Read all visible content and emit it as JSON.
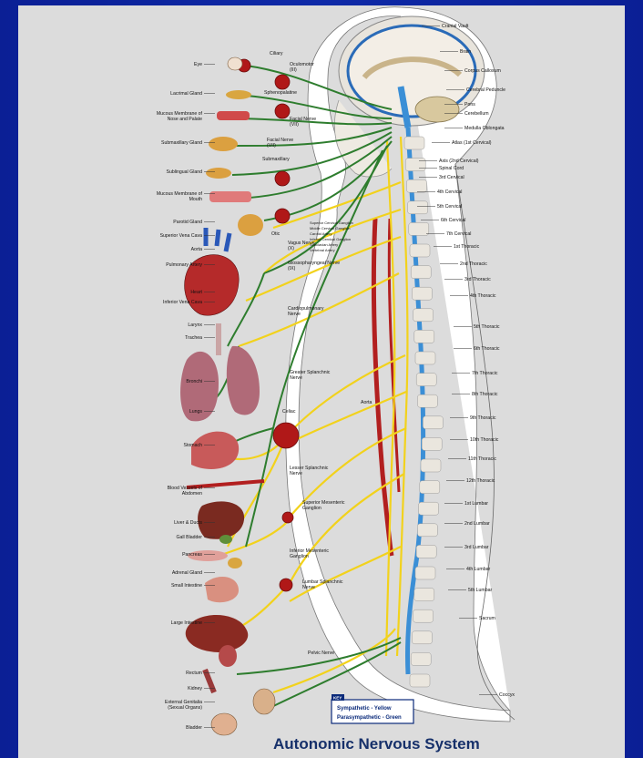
{
  "title": "Autonomic Nervous System",
  "key": {
    "heading": "KEY",
    "sympathetic": "Sympathetic - Yellow",
    "parasympathetic": "Parasympathetic - Green"
  },
  "colors": {
    "sympathetic": "#f2d21c",
    "parasympathetic": "#2e7d2e",
    "spinal_cord": "#3b8fd6",
    "aorta": "#b21f1f",
    "ganglion": "#b01818",
    "background": "#0b1f95",
    "panel": "#dcdcdc"
  },
  "left_labels": [
    "Eye",
    "Lacrimal Gland",
    "Mucous Membrane of Nose and Palate",
    "Submaxillary Gland",
    "Sublingual Gland",
    "Mucous Membrane of Mouth",
    "Parotid Gland",
    "Superior Vena Cava",
    "Aorta",
    "Pulmonary Artery",
    "Heart",
    "Inferior Vena Cava",
    "Larynx",
    "Trachea",
    "Bronchi",
    "Lungs",
    "Stomach",
    "Blood Vessels of Abdomen",
    "Liver & Ducts",
    "Gall Bladder",
    "Pancreas",
    "Adrenal Gland",
    "Small Intestine",
    "Large Intestine",
    "Rectum",
    "Kidney",
    "External Genitalia (Sexual Organs)",
    "Bladder"
  ],
  "middle_labels": [
    "Ciliary",
    "Oculomotor (III)",
    "Sphenopalatine",
    "Facial Nerve (VII)",
    "Facial Nerve (VII)",
    "Submaxillary",
    "Otic",
    "Vagus Nerve (X)",
    "Glossopharyngeal Nerve (IX)",
    "Superior Cervical Ganglion",
    "Middle Cervical Ganglion",
    "Carotid Artery",
    "Inferior Cervical Ganglion",
    "Subclavian Artery",
    "Vertebral Artery",
    "Cardiopulmonary Nerve",
    "Greater Splanchnic Nerve",
    "Celiac",
    "Aorta",
    "Lesser Splanchnic Nerve",
    "Superior Mesenteric Ganglion",
    "Inferior Mesenteric Ganglion",
    "Lumbar Splanchnic Nerve",
    "Pelvic Nerve"
  ],
  "right_labels": [
    "Cranial Vault",
    "Brain",
    "Corpus Callosum",
    "Cerebral Peduncle",
    "Pons",
    "Cerebellum",
    "Medulla Oblongata",
    "Atlas (1st Cervical)",
    "Axis (2nd Cervical)",
    "Spinal Cord",
    "3rd Cervical",
    "4th Cervical",
    "5th Cervical",
    "6th Cervical",
    "7th Cervical",
    "1st Thoracic",
    "2nd Thoracic",
    "3rd Thoracic",
    "4th Thoracic",
    "5th Thoracic",
    "6th Thoracic",
    "7th Thoracic",
    "8th Thoracic",
    "9th Thoracic",
    "10th Thoracic",
    "11th Thoracic",
    "12th Thoracic",
    "1st Lumbar",
    "2nd Lumbar",
    "3rd Lumbar",
    "4th Lumbar",
    "5th Lumbar",
    "Sacrum",
    "Coccyx"
  ]
}
